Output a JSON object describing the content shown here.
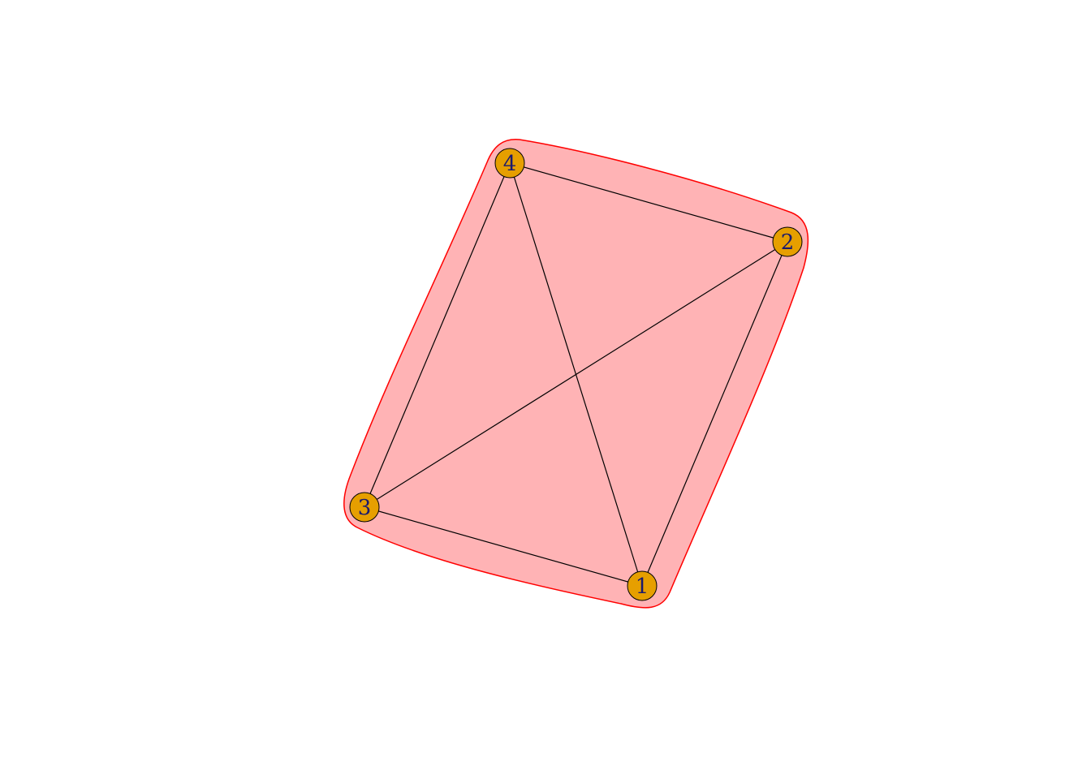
{
  "graph": {
    "nodes": [
      {
        "id": "1",
        "label": "1"
      },
      {
        "id": "2",
        "label": "2"
      },
      {
        "id": "3",
        "label": "3"
      },
      {
        "id": "4",
        "label": "4"
      }
    ],
    "edges": [
      {
        "from": "1",
        "to": "2"
      },
      {
        "from": "1",
        "to": "3"
      },
      {
        "from": "1",
        "to": "4"
      },
      {
        "from": "2",
        "to": "3"
      },
      {
        "from": "2",
        "to": "4"
      },
      {
        "from": "3",
        "to": "4"
      }
    ],
    "group": {
      "members": [
        "1",
        "2",
        "3",
        "4"
      ]
    }
  },
  "colors": {
    "group_fill": "#FFB3B5",
    "group_border": "#FF0000",
    "node_fill": "#E69F00",
    "node_border": "#000000",
    "label_color": "#1A1A6E",
    "edge_color": "#000000"
  }
}
